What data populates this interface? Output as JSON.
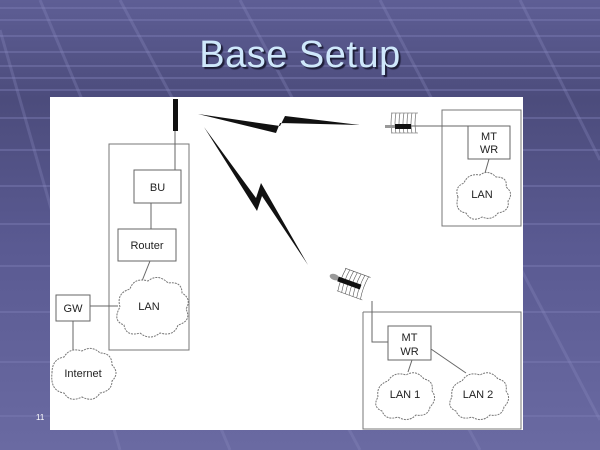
{
  "slide": {
    "title": "Base Setup",
    "slide_number": "11",
    "colors": {
      "background": "#5a5a92",
      "title_text": "#cfe8fb",
      "canvas": "#ffffff",
      "line": "#222222"
    }
  },
  "diagram": {
    "base_site": {
      "bu_label": "BU",
      "router_label": "Router",
      "lan_label": "LAN",
      "gw_label": "GW",
      "internet_label": "Internet"
    },
    "remote_site_1": {
      "device_line1": "MT",
      "device_line2": "WR",
      "lan_label": "LAN"
    },
    "remote_site_2": {
      "device_line1": "MT",
      "device_line2": "WR",
      "lan1_label": "LAN 1",
      "lan2_label": "LAN 2"
    },
    "icons": {
      "base_antenna": "vertical-antenna",
      "remote_antenna": "grid-dish-antenna",
      "wireless_link": "lightning-zigzag"
    },
    "connections": [
      {
        "from": "BU",
        "to": "remote_site_1",
        "type": "wireless"
      },
      {
        "from": "BU",
        "to": "remote_site_2",
        "type": "wireless"
      },
      {
        "from": "BU",
        "to": "Router",
        "type": "wired"
      },
      {
        "from": "Router",
        "to": "LAN",
        "type": "wired"
      },
      {
        "from": "LAN",
        "to": "GW",
        "type": "wired"
      },
      {
        "from": "GW",
        "to": "Internet",
        "type": "wired"
      }
    ]
  }
}
